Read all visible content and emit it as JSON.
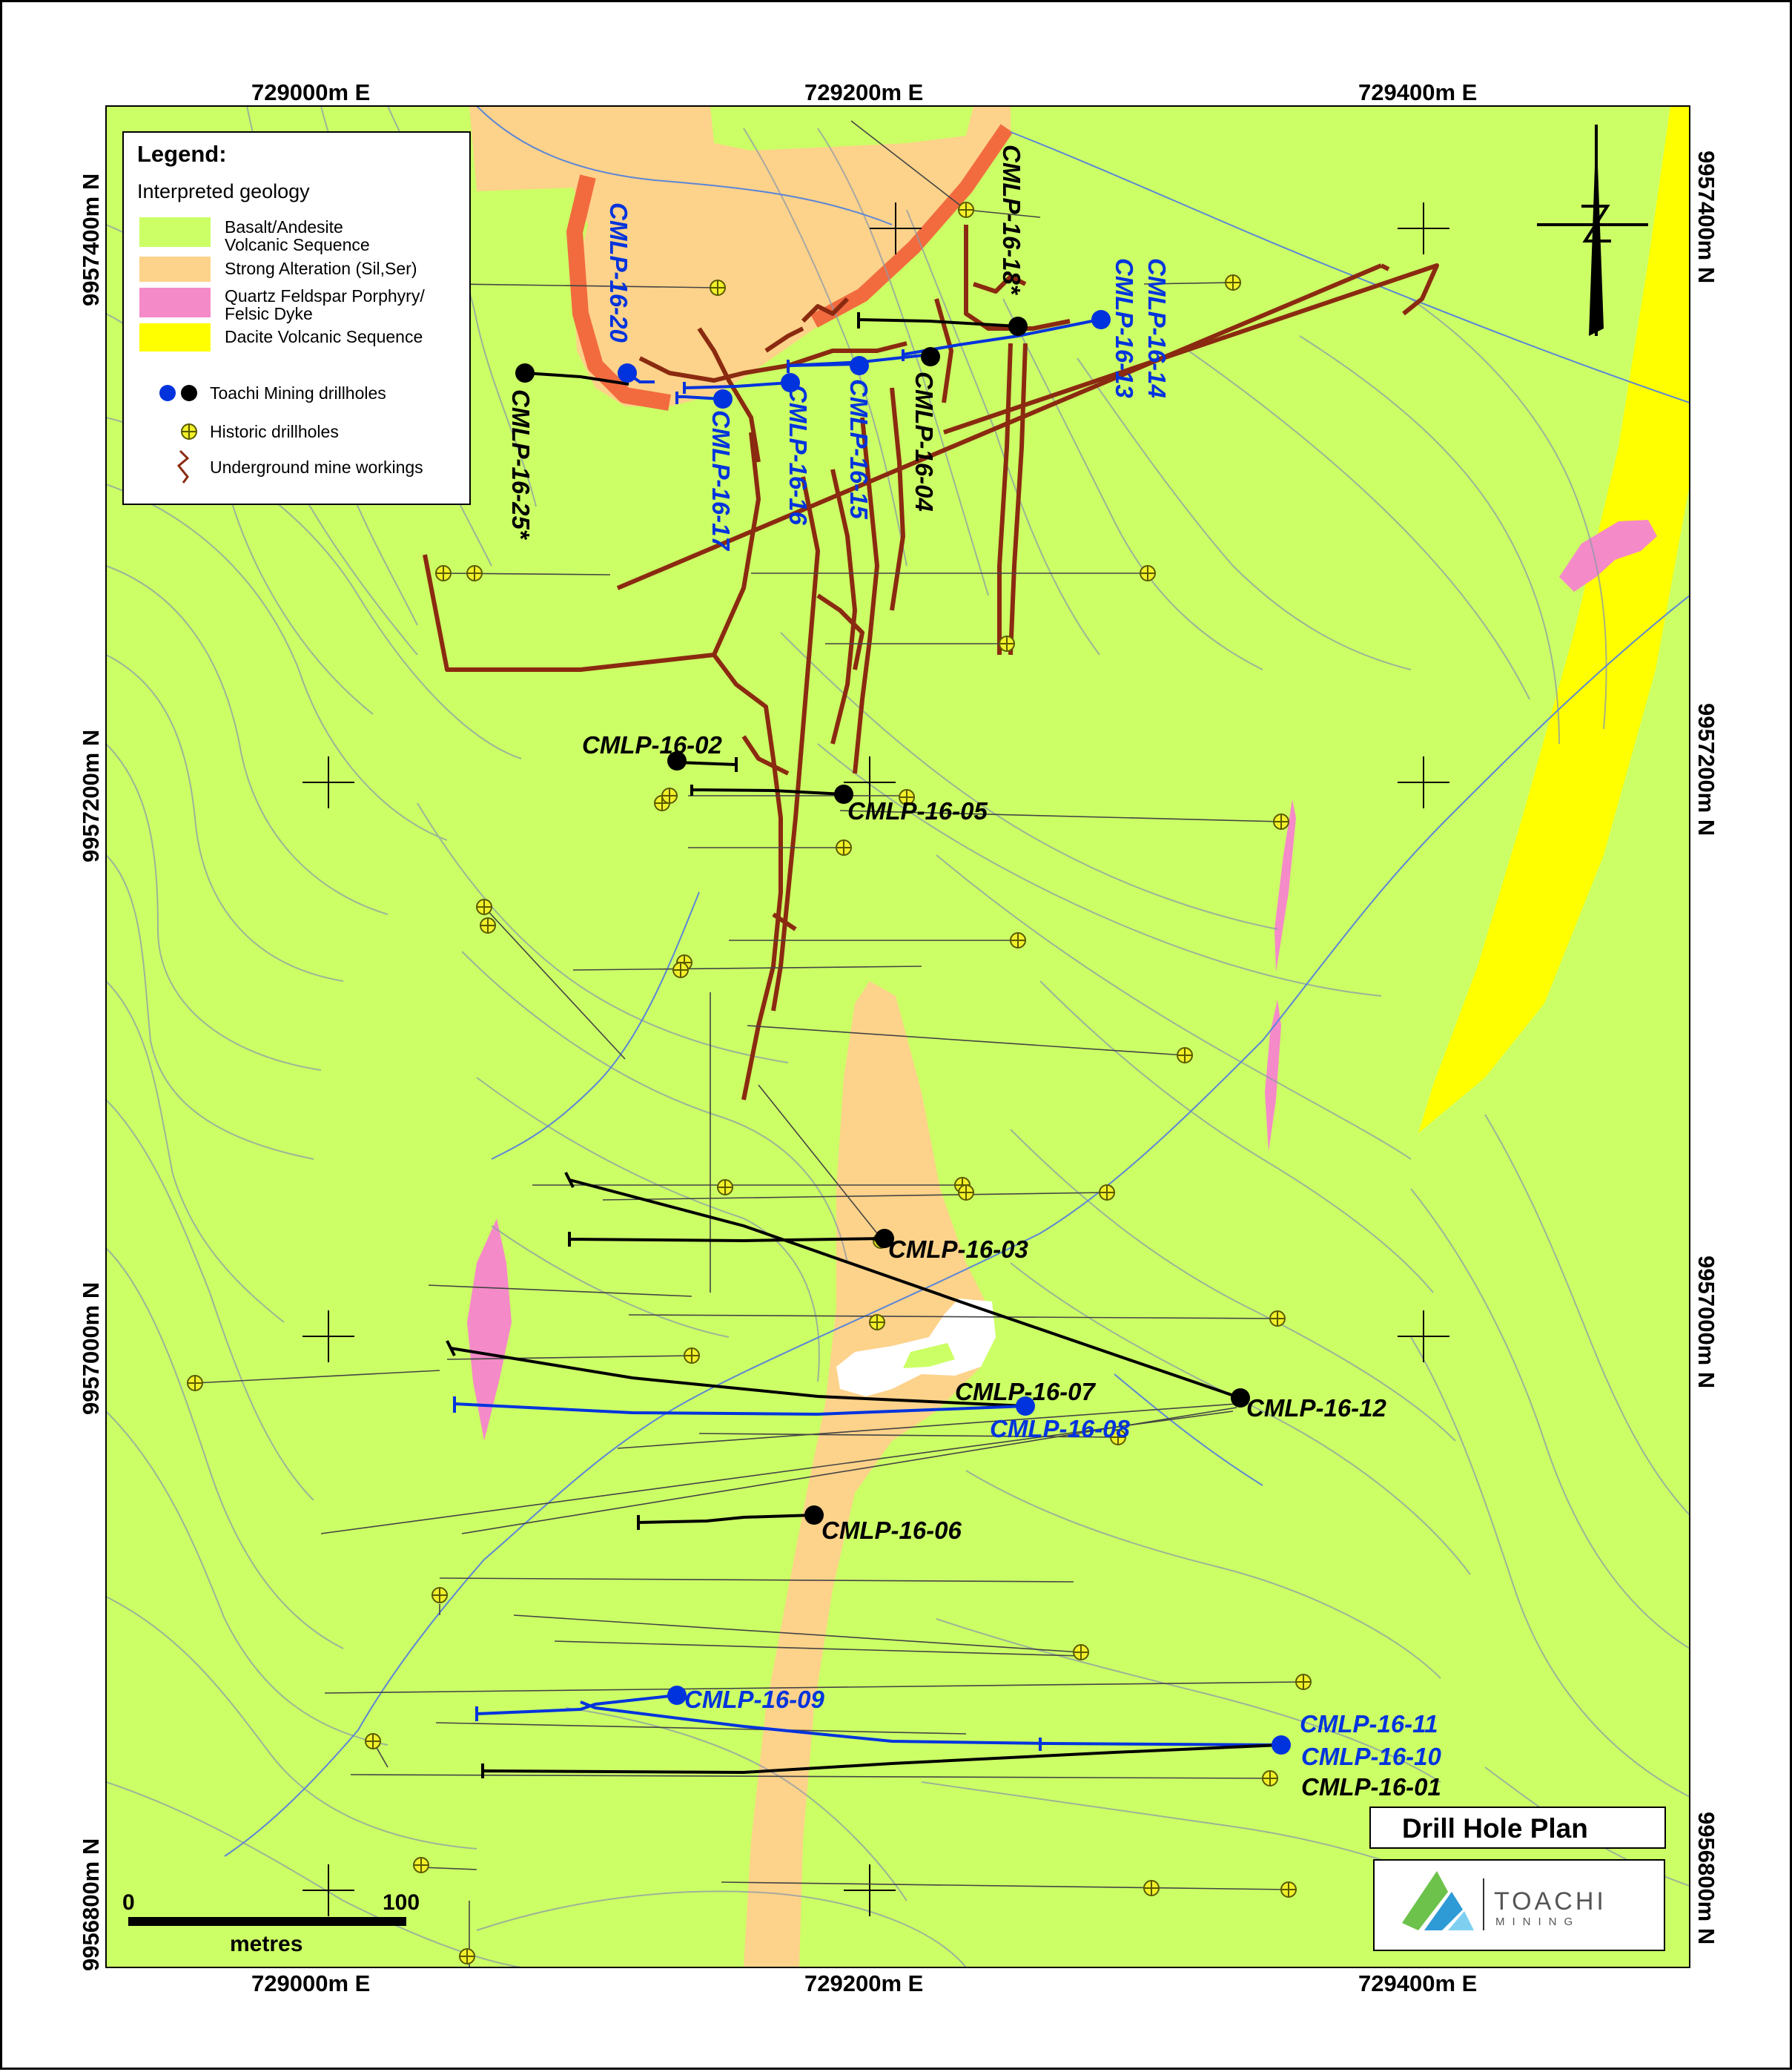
{
  "map": {
    "coords": {
      "top_easting": [
        "729000m E",
        "729200m E",
        "729400m E"
      ],
      "bottom_easting": [
        "729000m E",
        "729200m E",
        "729400m E"
      ],
      "left_northing": [
        "9957400m N",
        "9957200m N",
        "9957000m N",
        "9956800m N"
      ],
      "right_northing": [
        "9957400m N",
        "9957200m N",
        "9957000m N",
        "9956800m N"
      ]
    },
    "legend": {
      "title": "Legend:",
      "subtitle": "Interpreted geology",
      "items": [
        {
          "line1": "Basalt/Andesite",
          "line2": "Volcanic Sequence",
          "color": "#ccff66"
        },
        {
          "line1": "Strong Alteration (Sil,Ser)",
          "line2": "",
          "color": "#fdd28a"
        },
        {
          "line1": "Quartz Feldspar Porphyry/",
          "line2": "Felsic Dyke",
          "color": "#f58ac8"
        },
        {
          "line1": "Dacite Volcanic Sequence",
          "line2": "",
          "color": "#ffff00"
        }
      ],
      "drillholes_label": "Toachi Mining drillholes",
      "historic_label": "Historic drillholes",
      "workings_label": "Underground mine workings"
    },
    "scale": {
      "zero": "0",
      "max": "100",
      "unit": "metres"
    },
    "title_box": "Drill Hole Plan",
    "logo": {
      "name": "TOACHI",
      "sub": "MINING"
    },
    "holes": [
      {
        "id": "CMLP-16-20",
        "color": "#0033dd"
      },
      {
        "id": "CMLP-16-25*",
        "color": "#000000"
      },
      {
        "id": "CMLP-16-17",
        "color": "#0033dd"
      },
      {
        "id": "CMLP-16-16",
        "color": "#0033dd"
      },
      {
        "id": "CMLP-16-15",
        "color": "#0033dd"
      },
      {
        "id": "CMLP-16-04",
        "color": "#000000"
      },
      {
        "id": "CMLP-16-18*",
        "color": "#000000"
      },
      {
        "id": "CMLP-16-14",
        "color": "#0033dd"
      },
      {
        "id": "CMLP-16-13",
        "color": "#0033dd"
      },
      {
        "id": "CMLP-16-02",
        "color": "#000000"
      },
      {
        "id": "CMLP-16-05",
        "color": "#000000"
      },
      {
        "id": "CMLP-16-03",
        "color": "#000000"
      },
      {
        "id": "CMLP-16-07",
        "color": "#000000"
      },
      {
        "id": "CMLP-16-08",
        "color": "#0033dd"
      },
      {
        "id": "CMLP-16-12",
        "color": "#000000"
      },
      {
        "id": "CMLP-16-06",
        "color": "#000000"
      },
      {
        "id": "CMLP-16-09",
        "color": "#0033dd"
      },
      {
        "id": "CMLP-16-11",
        "color": "#0033dd"
      },
      {
        "id": "CMLP-16-10",
        "color": "#0033dd"
      },
      {
        "id": "CMLP-16-01",
        "color": "#000000"
      }
    ]
  }
}
